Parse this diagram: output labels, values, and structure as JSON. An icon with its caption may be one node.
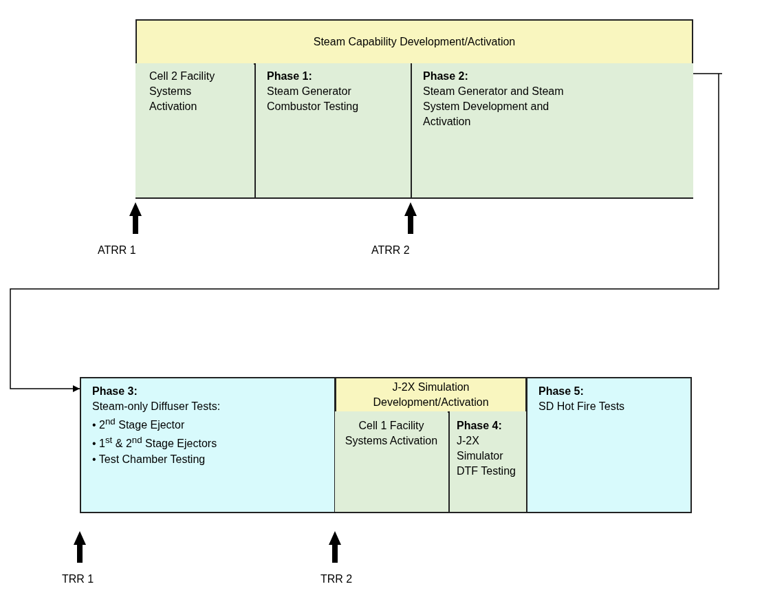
{
  "diagram": {
    "nodes": [
      {
        "text": [
          "Steam Capability Development/Activation"
        ]
      },
      {
        "text": [
          "Cell 2 Facility Systems Activation"
        ],
        "in": 0
      },
      {
        "text": [
          "Phase 1:",
          "Steam Generator Combustor Testing"
        ],
        "in": 0
      },
      {
        "text": [
          "Phase 2:",
          "Steam Generator and Steam System Development and Activation"
        ],
        "in": 0
      },
      {
        "text": [
          "Phase 3:",
          "Steam-only Diffuser Tests:",
          "• 2$^{nd}$ Stage Ejector",
          "• 1$^{st}$ & 2$^{nd}$ Stage Ejectors",
          "• Test Chamber Testing"
        ]
      },
      {
        "text": [
          "J-2X Simulation Development/Activation"
        ]
      },
      {
        "text": [
          "Cell 1 Facility Systems Activation"
        ],
        "in": 5
      },
      {
        "text": [
          "Phase 4:",
          "J-2X Simulator DTF Testing"
        ],
        "in": 5
      },
      {
        "text": [
          "Phase 5:",
          "SD Hot Fire Tests"
        ]
      },
      {
        "text": [
          "ATRR 1"
        ]
      },
      {
        "text": [
          "ATRR 2"
        ]
      },
      {
        "text": [
          "TRR 1"
        ]
      },
      {
        "text": [
          "TRR 2"
        ]
      }
    ],
    "edges": [
      {
        "from": 0,
        "to": 4,
        "arrow": "to"
      },
      {
        "from": 9,
        "to": null,
        "arrow": "to"
      },
      {
        "from": 10,
        "to": null,
        "arrow": "to"
      },
      {
        "from": 11,
        "to": null,
        "arrow": "to"
      },
      {
        "from": 12,
        "to": null,
        "arrow": "to"
      }
    ]
  }
}
